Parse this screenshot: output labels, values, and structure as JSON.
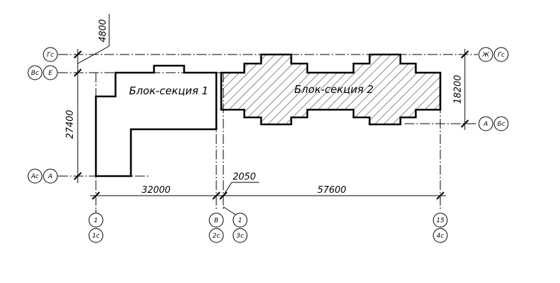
{
  "sections": {
    "section_1": "Блок-секция 1",
    "section_2": "Блок-секция 2"
  },
  "dimensions": {
    "top_offset": "4800",
    "left_height": "27400",
    "right_height": "18200",
    "bottom_left": "32000",
    "gap": "2050",
    "bottom_right": "57600"
  },
  "axis_markers": {
    "row_top": {
      "right_1": "Ж",
      "right_2": "Гс",
      "left_1": "Гс"
    },
    "row_e": {
      "left_1": "Вс",
      "left_2": "Е"
    },
    "row_a": {
      "left_1": "Ас",
      "left_2": "А"
    },
    "row_b": {
      "right_1": "А",
      "right_2": "Бс"
    },
    "col_1": {
      "top": "1",
      "bottom": "1с"
    },
    "col_v": {
      "top": "В",
      "bottom": "2с"
    },
    "col_1b": {
      "top": "1",
      "bottom": "3с"
    },
    "col_15": {
      "top": "15",
      "bottom": "4с"
    }
  },
  "colors": {
    "line": "#000000",
    "background": "#ffffff"
  }
}
